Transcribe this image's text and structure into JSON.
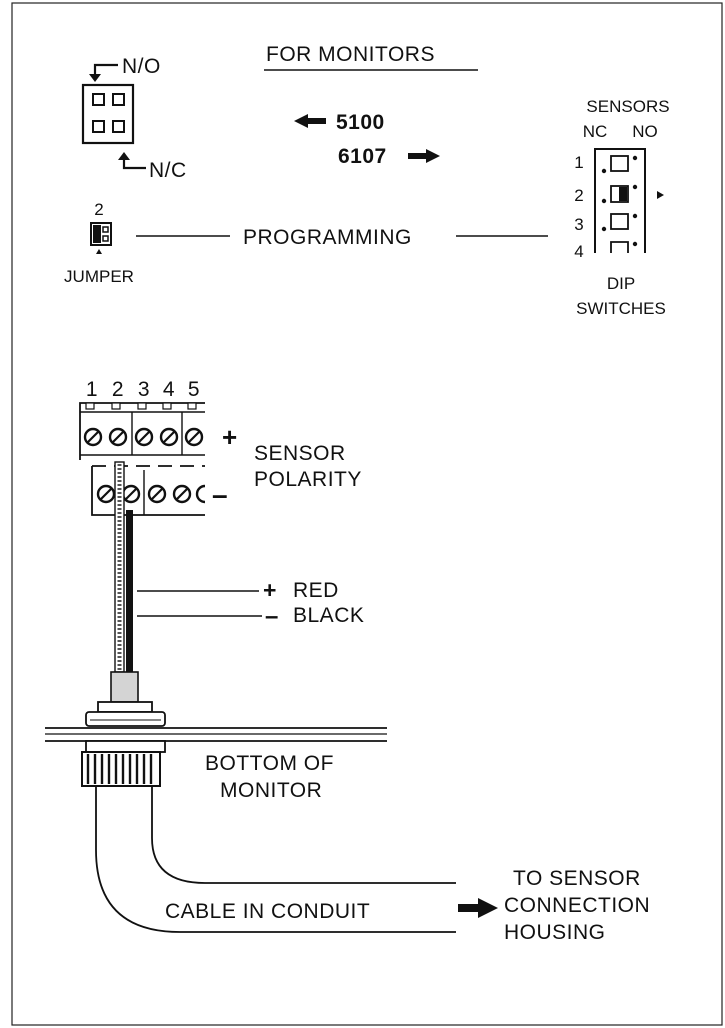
{
  "header": {
    "title": "FOR MONITORS",
    "arrow_left_label": "5100",
    "arrow_right_label": "6107"
  },
  "relay_jumper": {
    "no_label": "N/O",
    "nc_label": "N/C"
  },
  "programming": {
    "jumper_number": "2",
    "jumper_label": "JUMPER",
    "line_label": "PROGRAMMING"
  },
  "dip": {
    "title": "SENSORS",
    "col_nc": "NC",
    "col_no": "NO",
    "rows": [
      "1",
      "2",
      "3",
      "4"
    ],
    "caption_line1": "DIP",
    "caption_line2": "SWITCHES"
  },
  "terminal": {
    "numbers": [
      "1",
      "2",
      "3",
      "4",
      "5"
    ],
    "plus": "+",
    "minus": "–",
    "label_line1": "SENSOR",
    "label_line2": "POLARITY"
  },
  "wires": {
    "red_sign": "+",
    "red_label": "RED",
    "black_sign": "–",
    "black_label": "BLACK"
  },
  "monitor": {
    "label_line1": "BOTTOM OF",
    "label_line2": "MONITOR"
  },
  "conduit": {
    "label": "CABLE IN CONDUIT",
    "dest_line1": "TO SENSOR",
    "dest_line2": "CONNECTION",
    "dest_line3": "HOUSING"
  }
}
